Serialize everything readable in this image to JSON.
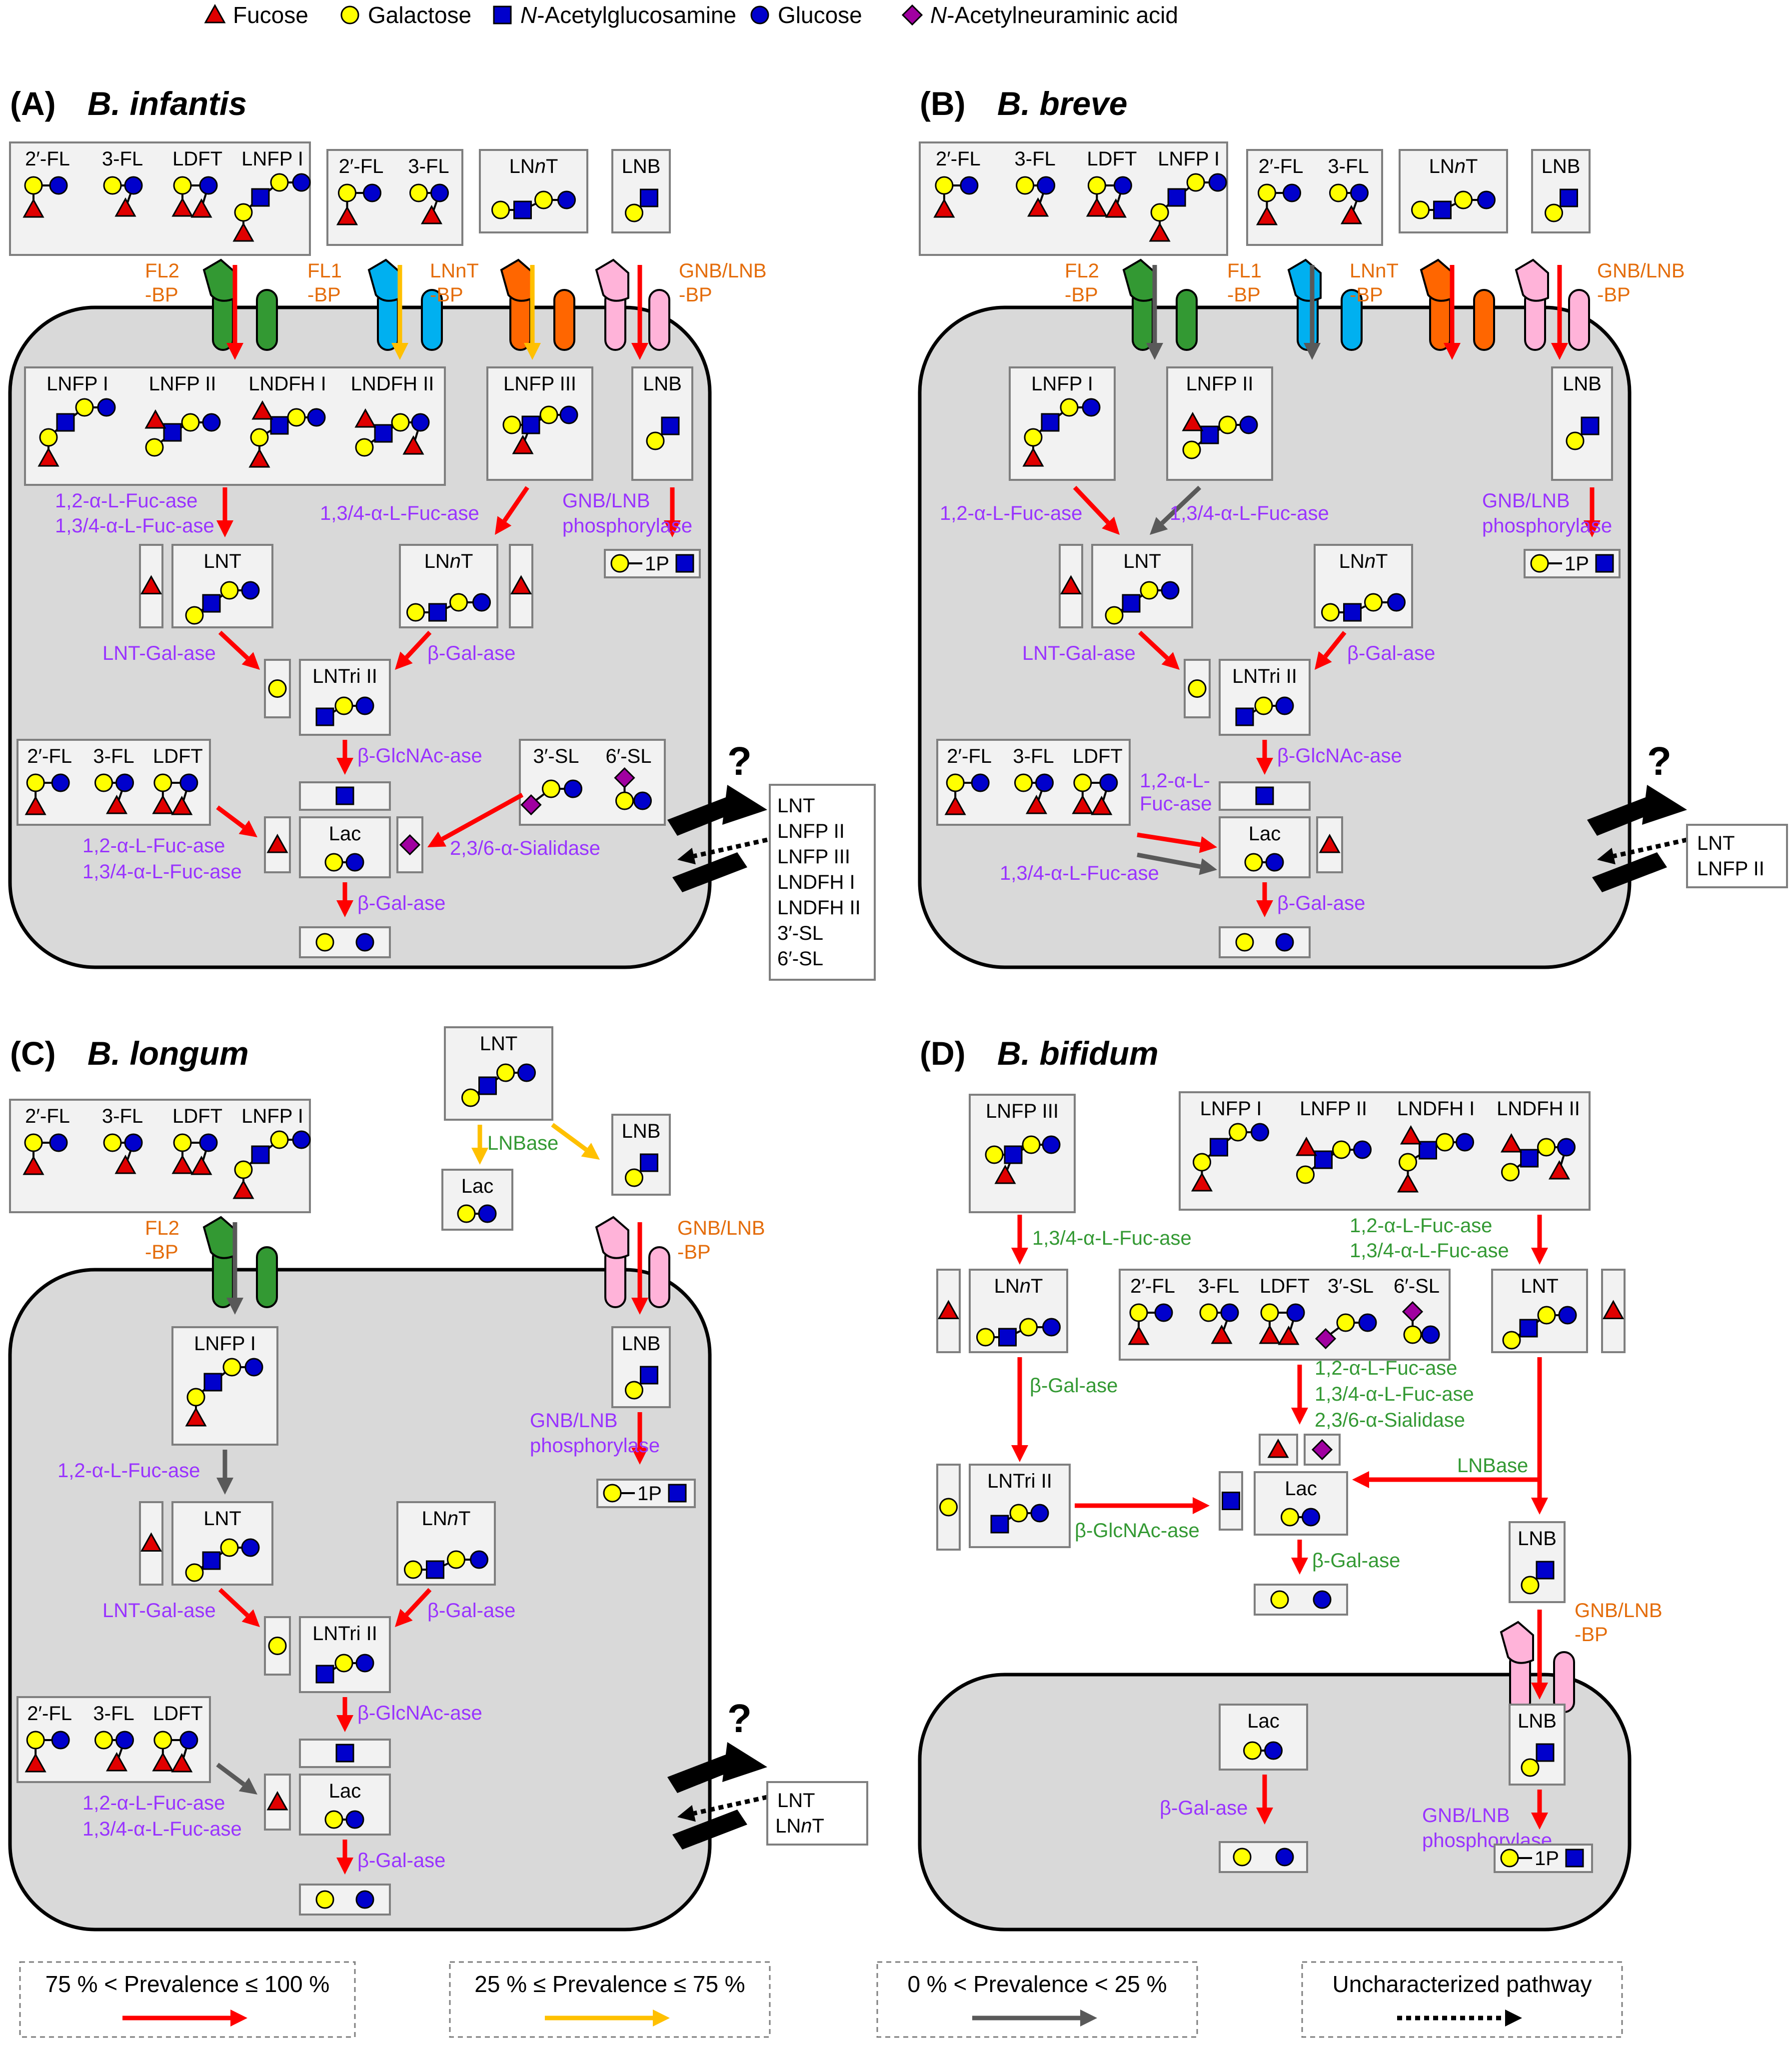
{
  "legend": {
    "items": [
      {
        "label": "Fucose",
        "shape": "triangle",
        "color": "#e00000"
      },
      {
        "label": "Galactose",
        "shape": "circle",
        "color": "#ffff00"
      },
      {
        "label": "N-Acetylglucosamine",
        "prefix": "N",
        "rest": "-Acetylglucosamine",
        "shape": "square",
        "color": "#0000cc"
      },
      {
        "label": "Glucose",
        "shape": "circle",
        "color": "#0000cc"
      },
      {
        "label": "N-Acetylneuraminic acid",
        "prefix": "N",
        "rest": "-Acetylneuraminic acid",
        "shape": "diamond",
        "color": "#a000a0"
      }
    ],
    "prevalence": [
      {
        "label": "75 % < Prevalence ≤ 100 %",
        "color": "#ff0000",
        "dashed": false
      },
      {
        "label": "25 % ≤ Prevalence ≤ 75 %",
        "color": "#ffc000",
        "dashed": false
      },
      {
        "label": "0 % < Prevalence < 25 %",
        "color": "#595959",
        "dashed": false
      },
      {
        "label": "Uncharacterized pathway",
        "color": "#000000",
        "dashed": true
      }
    ]
  },
  "colors": {
    "red": "#ff0000",
    "yellow": "#ffc000",
    "gray": "#595959",
    "purple": "#9933ff",
    "orange": "#e46c0a",
    "green": "#339933",
    "cell": "#d9d9d9",
    "box": "#f2f2f2",
    "fl2": "#339933",
    "fl1": "#00b0f0",
    "lnnt_bp": "#ff6600",
    "gnb": "#ffb3d9"
  },
  "panels": {
    "A": {
      "letter": "(A)",
      "species": "B. infantis",
      "ext_boxes": [
        [
          "2′-FL",
          "3-FL",
          "LDFT",
          "LNFP I"
        ],
        [
          "2′-FL",
          "3-FL"
        ],
        [
          "LNnT"
        ],
        [
          "LNB"
        ]
      ],
      "transporters": [
        "FL2\n-BP",
        "FL1\n-BP",
        "LNnT\n-BP",
        "GNB/LNB\n-BP"
      ],
      "int_boxes": [
        "LNFP I",
        "LNFP II",
        "LNDFH I",
        "LNDFH II",
        "LNFP III",
        "LNB",
        "LNT",
        "LNnT",
        "LNTri II",
        "Lac",
        "2′-FL",
        "3-FL",
        "LDFT",
        "3′-SL",
        "6′-SL"
      ],
      "enzymes": [
        "1,2-α-L-Fuc-ase\n1,3/4-α-L-Fuc-ase",
        "1,3/4-α-L-Fuc-ase",
        "GNB/LNB\nphosphorylase",
        "LNT-Gal-ase",
        "β-Gal-ase",
        "β-GlcNAc-ase",
        "1,2-α-L-Fuc-ase\n1,3/4-α-L-Fuc-ase",
        "2,3/6-α-Sialidase",
        "β-Gal-ase"
      ],
      "uncharacterized": [
        "LNT",
        "LNFP II",
        "LNFP III",
        "LNDFH I",
        "LNDFH II",
        "3′-SL",
        "6′-SL"
      ]
    },
    "B": {
      "letter": "(B)",
      "species": "B. breve",
      "ext_boxes": [
        [
          "2′-FL",
          "3-FL",
          "LDFT",
          "LNFP I"
        ],
        [
          "2′-FL",
          "3-FL"
        ],
        [
          "LNnT"
        ],
        [
          "LNB"
        ]
      ],
      "transporters": [
        "FL2\n-BP",
        "FL1\n-BP",
        "LNnT\n-BP",
        "GNB/LNB\n-BP"
      ],
      "int_boxes": [
        "LNFP I",
        "LNFP II",
        "LNB",
        "LNT",
        "LNnT",
        "LNTri II",
        "Lac",
        "2′-FL",
        "3-FL",
        "LDFT"
      ],
      "enzymes": [
        "1,2-α-L-Fuc-ase",
        "1,3/4-α-L-Fuc-ase",
        "GNB/LNB\nphosphorylase",
        "LNT-Gal-ase",
        "β-Gal-ase",
        "β-GlcNAc-ase",
        "1,2-α-L-\nFuc-ase",
        "1,3/4-α-L-Fuc-ase",
        "β-Gal-ase"
      ],
      "uncharacterized": [
        "LNT",
        "LNFP II"
      ]
    },
    "C": {
      "letter": "(C)",
      "species": "B. longum",
      "ext_boxes": [
        [
          "2′-FL",
          "3-FL",
          "LDFT",
          "LNFP I"
        ],
        [
          "LNT"
        ],
        [
          "LNB"
        ],
        [
          "Lac"
        ]
      ],
      "transporters": [
        "FL2\n-BP",
        "GNB/LNB\n-BP"
      ],
      "int_boxes": [
        "LNFP I",
        "LNB",
        "LNT",
        "LNnT",
        "LNTri II",
        "Lac",
        "2′-FL",
        "3-FL",
        "LDFT"
      ],
      "enzymes": [
        "LNBase",
        "1,2-α-L-Fuc-ase",
        "GNB/LNB\nphosphorylase",
        "LNT-Gal-ase",
        "β-Gal-ase",
        "β-GlcNAc-ase",
        "1,2-α-L-Fuc-ase\n1,3/4-α-L-Fuc-ase",
        "β-Gal-ase"
      ],
      "uncharacterized": [
        "LNT",
        "LNnT"
      ]
    },
    "D": {
      "letter": "(D)",
      "species": "B. bifidum",
      "ext_boxes": [
        "LNFP III",
        [
          "LNFP I",
          "LNFP II",
          "LNDFH I",
          "LNDFH II"
        ],
        "LNnT",
        [
          "2′-FL",
          "3-FL",
          "LDFT",
          "3′-SL",
          "6′-SL"
        ],
        "LNT",
        "LNTri II",
        "Lac",
        "LNB"
      ],
      "transporters": [
        "GNB/LNB\n-BP"
      ],
      "int_boxes": [
        "Lac",
        "LNB"
      ],
      "enzymes": [
        "1,3/4-α-L-Fuc-ase",
        "1,2-α-L-Fuc-ase\n1,3/4-α-L-Fuc-ase",
        "β-Gal-ase",
        "1,2-α-L-Fuc-ase\n1,3/4-α-L-Fuc-ase\n2,3/6-α-Sialidase",
        "LNBase",
        "β-GlcNAc-ase",
        "β-Gal-ase",
        "β-Gal-ase",
        "GNB/LNB\nphosphorylase"
      ]
    }
  },
  "labels": {
    "one_p": "1P",
    "question": "?"
  }
}
